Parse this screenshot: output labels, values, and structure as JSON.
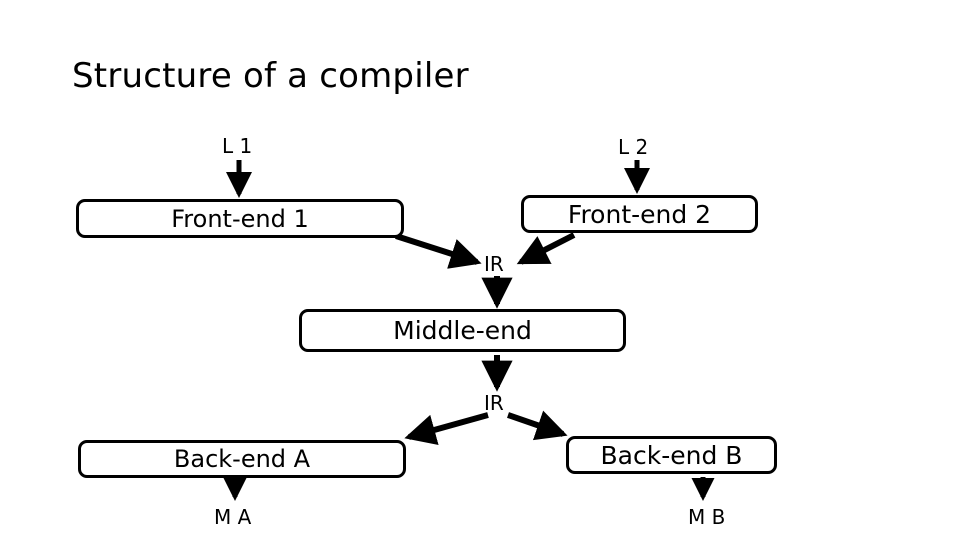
{
  "slide": {
    "title": "Structure of a compiler",
    "background_color": "#ffffff",
    "stroke_color": "#000000"
  },
  "diagram": {
    "type": "flowchart",
    "nodes": [
      {
        "id": "frontend1",
        "label": "Front-end 1",
        "shape": "rounded-rectangle"
      },
      {
        "id": "frontend2",
        "label": "Front-end 2",
        "shape": "rounded-rectangle"
      },
      {
        "id": "middleend",
        "label": "Middle-end",
        "shape": "rounded-rectangle"
      },
      {
        "id": "backenda",
        "label": "Back-end A",
        "shape": "rounded-rectangle"
      },
      {
        "id": "backendb",
        "label": "Back-end B",
        "shape": "rounded-rectangle"
      }
    ],
    "edge_labels": {
      "l1": "L 1",
      "l2": "L 2",
      "ir_top": "IR",
      "ir_bottom": "IR",
      "ma": "M A",
      "mb": "M B"
    },
    "edges": [
      {
        "from": "L 1",
        "to": "Front-end 1",
        "direction": "down"
      },
      {
        "from": "L 2",
        "to": "Front-end 2",
        "direction": "down"
      },
      {
        "from": "Front-end 1",
        "to": "IR",
        "direction": "down-right"
      },
      {
        "from": "Front-end 2",
        "to": "IR",
        "direction": "down-left"
      },
      {
        "from": "IR",
        "to": "Middle-end",
        "direction": "down"
      },
      {
        "from": "Middle-end",
        "to": "IR",
        "direction": "down"
      },
      {
        "from": "IR",
        "to": "Back-end A",
        "direction": "down-left"
      },
      {
        "from": "IR",
        "to": "Back-end B",
        "direction": "down-right"
      },
      {
        "from": "Back-end A",
        "to": "M A",
        "direction": "down"
      },
      {
        "from": "Back-end B",
        "to": "M B",
        "direction": "down"
      }
    ]
  }
}
